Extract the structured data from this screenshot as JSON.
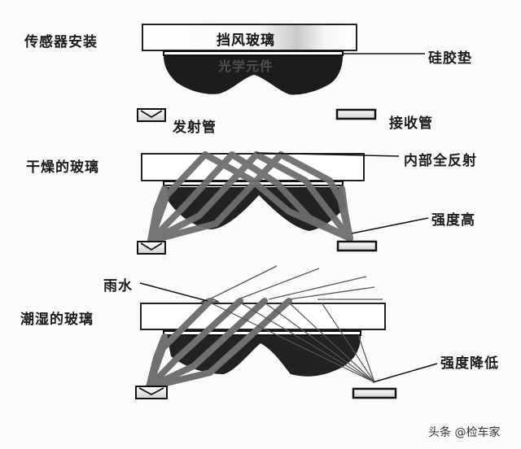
{
  "panels": {
    "install": {
      "title": "传感器安装",
      "glass_label": "挡风玻璃",
      "optic_label": "光学元件",
      "pad_label": "硅胶垫",
      "emitter_label": "发射管",
      "receiver_label": "接收管"
    },
    "dry": {
      "title": "干燥的玻璃",
      "reflection_label": "内部全反射",
      "intensity_label": "强度高"
    },
    "wet": {
      "title": "潮湿的玻璃",
      "rain_label": "雨水",
      "intensity_label": "强度降低"
    }
  },
  "watermark": "头条 @检车家",
  "colors": {
    "background": "#fbfbfc",
    "optic": "#1c1c1c",
    "beam": "#6a6a6a",
    "outline": "#111111"
  }
}
